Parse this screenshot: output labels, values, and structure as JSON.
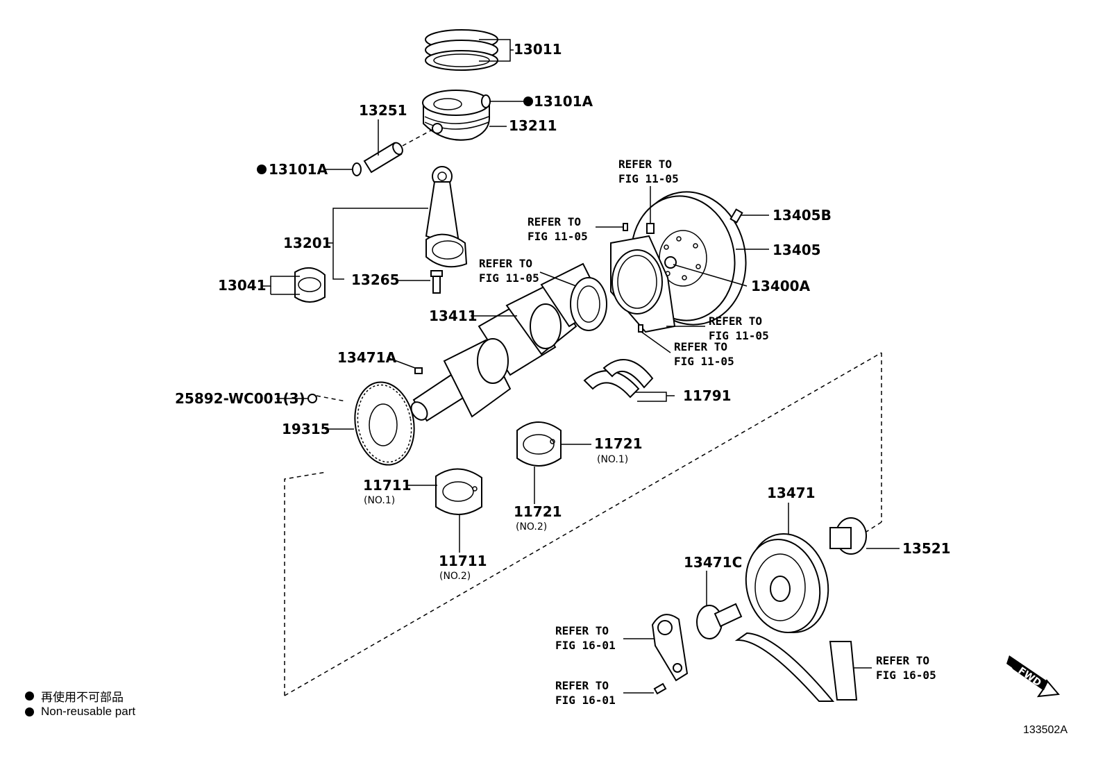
{
  "labels": {
    "p13011": "13011",
    "p13101a_top": "13101A",
    "p13251": "13251",
    "p13211": "13211",
    "p13101a_left": "13101A",
    "p13201": "13201",
    "p13265": "13265",
    "p13041": "13041",
    "p13405b": "13405B",
    "p13405": "13405",
    "p13400a": "13400A",
    "p13411": "13411",
    "p13471a": "13471A",
    "p25892": "25892-WC001(3)",
    "p19315": "19315",
    "p11791": "11791",
    "p11721_a": "11721",
    "p11721_a_sub": "(NO.1)",
    "p11721_b": "11721",
    "p11721_b_sub": "(NO.2)",
    "p11711_a": "11711",
    "p11711_a_sub": "(NO.1)",
    "p11711_b": "11711",
    "p11711_b_sub": "(NO.2)",
    "p13471": "13471",
    "p13471c": "13471C",
    "p13521": "13521"
  },
  "refs": {
    "r1_line1": "REFER TO",
    "r1_line2": "FIG 11-05",
    "r2_line1": "REFER TO",
    "r2_line2": "FIG 11-05",
    "r3_line1": "REFER TO",
    "r3_line2": "FIG 11-05",
    "r4_line1": "REFER TO",
    "r4_line2": "FIG 11-05",
    "r5_line1": "REFER TO",
    "r5_line2": "FIG 11-05",
    "r6_line1": "REFER TO",
    "r6_line2": "FIG 16-01",
    "r7_line1": "REFER TO",
    "r7_line2": "FIG 16-01",
    "r8_line1": "REFER TO",
    "r8_line2": "FIG 16-05"
  },
  "legend": {
    "line_jp": "再使用不可部品",
    "line_en": "Non-reusable part"
  },
  "fwd_label": "FWD",
  "figure_id": "133502A",
  "colors": {
    "ink": "#000000",
    "paper": "#ffffff"
  }
}
